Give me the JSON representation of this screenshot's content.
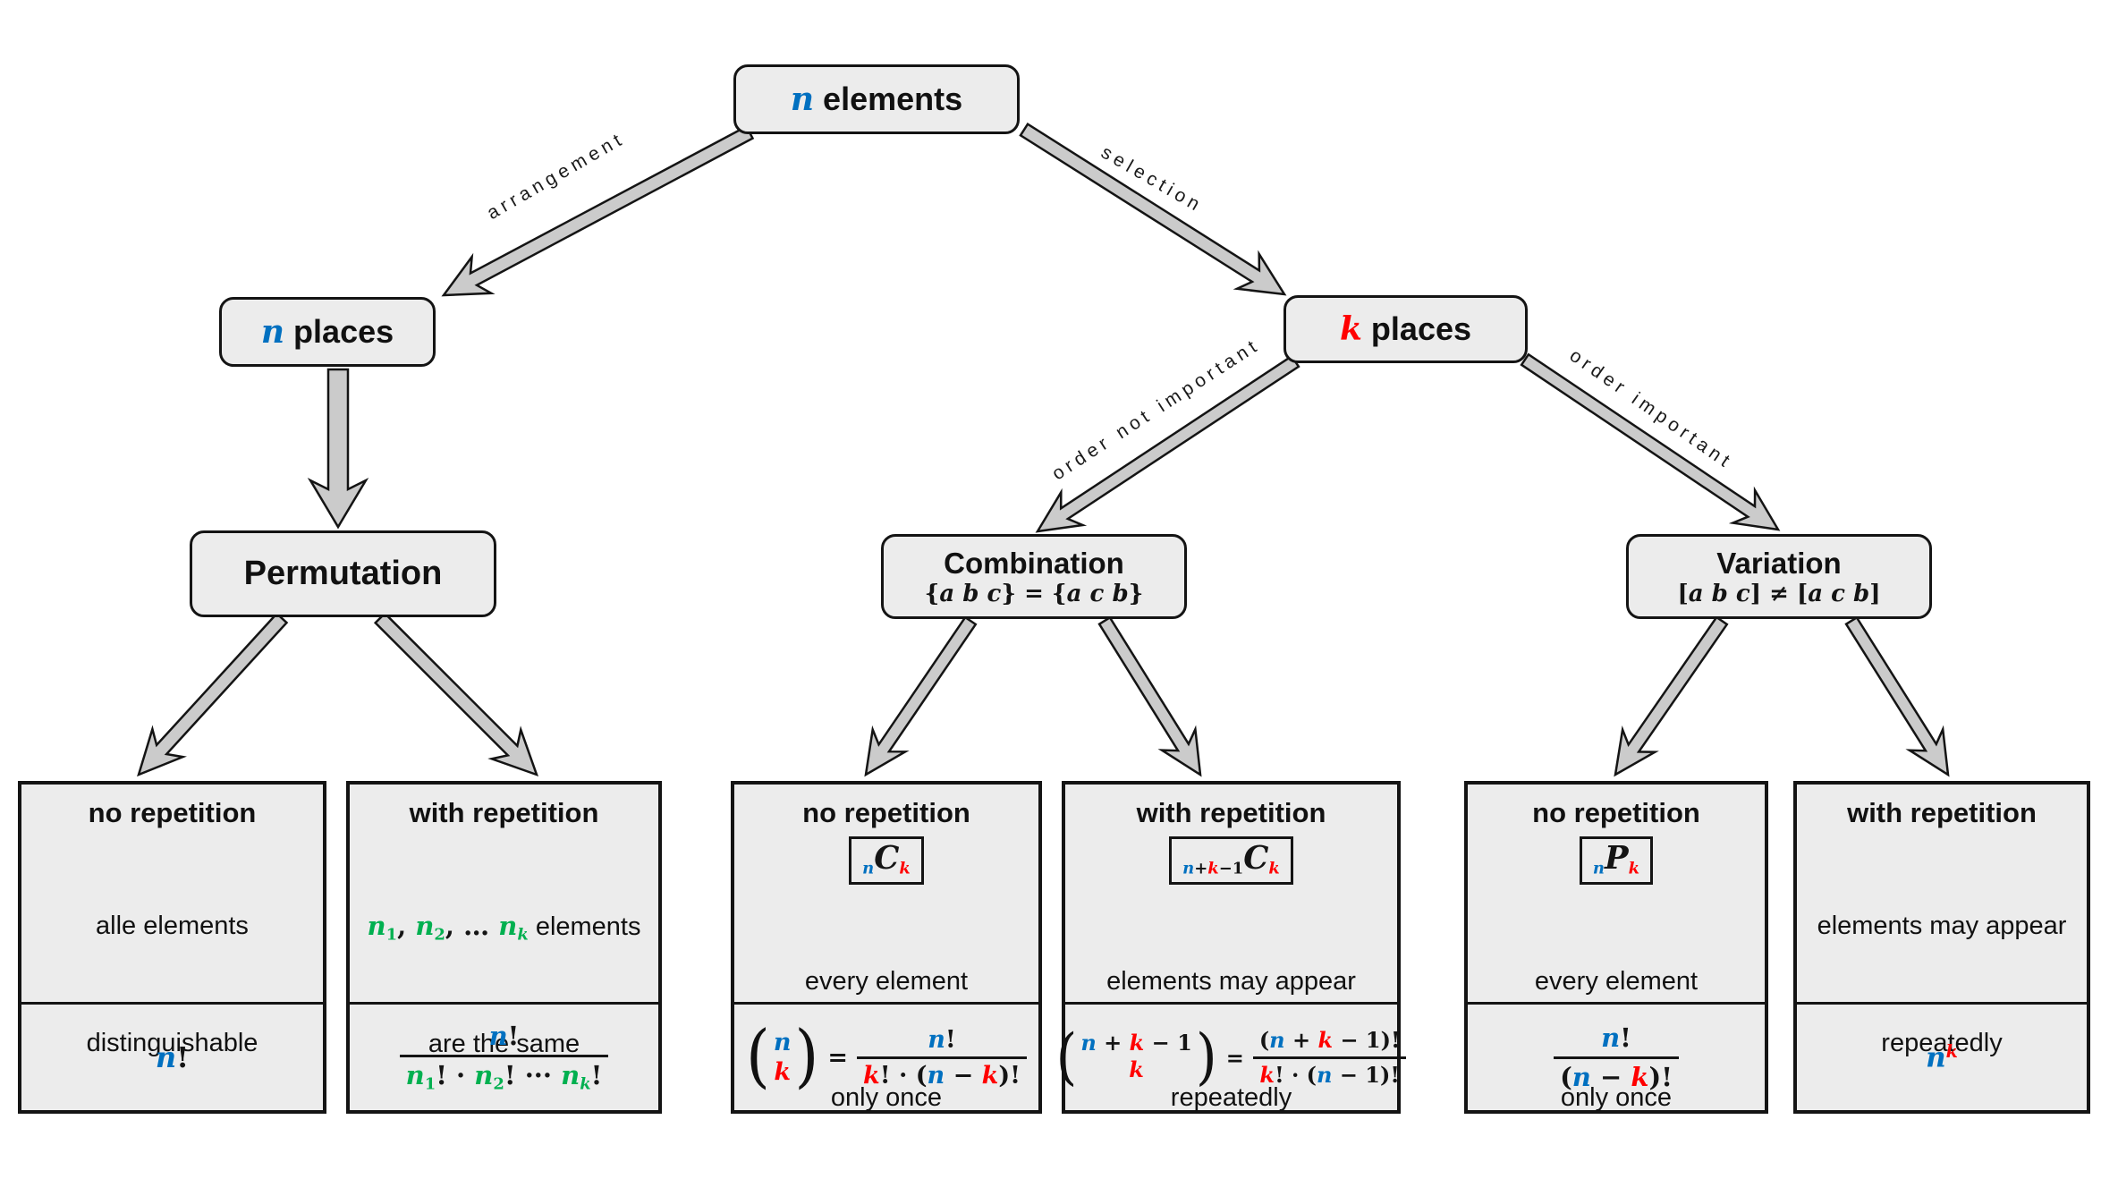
{
  "palette": {
    "blue": "#0070C0",
    "red": "#FF0000",
    "green": "#00B050",
    "line": "#141414",
    "box_fill": "#ECECEC",
    "arrow_fill": "#CBCBCB",
    "background": "#FFFFFF"
  },
  "nodes": {
    "root": [
      [
        "n",
        "v b"
      ],
      [
        " elements",
        "t"
      ]
    ],
    "n_places": [
      [
        "n",
        "v b"
      ],
      [
        " places",
        "t"
      ]
    ],
    "k_places": [
      [
        "k",
        "v r"
      ],
      [
        " places",
        "t"
      ]
    ],
    "permutation_title": "Permutation",
    "combination_title": "Combination",
    "combination_sub": [
      [
        "{",
        "o k"
      ],
      [
        "a b c",
        "v k"
      ],
      [
        "} = {",
        "o k"
      ],
      [
        "a c b",
        "v k"
      ],
      [
        "}",
        "o k"
      ]
    ],
    "variation_title": "Variation",
    "variation_sub": [
      [
        "[",
        "o k"
      ],
      [
        "a b c",
        "v k"
      ],
      [
        "] ≠ [",
        "o k"
      ],
      [
        "a c b",
        "v k"
      ],
      [
        "]",
        "o k"
      ]
    ]
  },
  "edges": {
    "arrangement": "arrangement",
    "selection": "selection",
    "order_not_important": "order not important",
    "order_important": "order important"
  },
  "leaves": [
    {
      "title": "no repetition",
      "notation": null,
      "body": [
        [
          [
            "alle elements",
            "s"
          ]
        ],
        [
          [
            "distinguishable",
            "s"
          ]
        ]
      ],
      "formula": {
        "kind": "plain",
        "segs": [
          [
            "n",
            "v b"
          ],
          [
            "!",
            "o k"
          ]
        ]
      }
    },
    {
      "title": "with repetition",
      "notation": null,
      "body": [
        [
          [
            "n",
            "v g"
          ],
          [
            "1",
            "o g sub"
          ],
          [
            ", ",
            "o k"
          ],
          [
            "n",
            "v g"
          ],
          [
            "2",
            "o g sub"
          ],
          [
            ", … ",
            "o k"
          ],
          [
            "n",
            "v g"
          ],
          [
            "k",
            "v g sub"
          ],
          [
            " elements",
            "s"
          ]
        ],
        [
          [
            "are the same",
            "s"
          ]
        ]
      ],
      "formula": {
        "kind": "frac",
        "num": [
          [
            "n",
            "v b"
          ],
          [
            "!",
            "o k"
          ]
        ],
        "den": [
          [
            "n",
            "v g"
          ],
          [
            "1",
            "o g sub"
          ],
          [
            "! · ",
            "o k"
          ],
          [
            "n",
            "v g"
          ],
          [
            "2",
            "o g sub"
          ],
          [
            "! ··· ",
            "o k"
          ],
          [
            "n",
            "v g"
          ],
          [
            "k",
            "v g sub"
          ],
          [
            "!",
            "o k"
          ]
        ]
      }
    },
    {
      "title": "no repetition",
      "notation": [
        [
          "n",
          "v b sub"
        ],
        [
          "C",
          "v k big"
        ],
        [
          "k",
          "v r sub"
        ]
      ],
      "body": [
        [
          [
            "every element",
            "s"
          ]
        ],
        [
          [
            "only once",
            "s"
          ]
        ]
      ],
      "formula": {
        "kind": "binom-eq",
        "bnum": [
          [
            "n",
            "v b"
          ]
        ],
        "bden": [
          [
            "k",
            "v r"
          ]
        ],
        "num": [
          [
            "n",
            "v b"
          ],
          [
            "!",
            "o k"
          ]
        ],
        "den": [
          [
            "k",
            "v r"
          ],
          [
            "! · (",
            "o k"
          ],
          [
            "n",
            "v b"
          ],
          [
            " − ",
            "o k"
          ],
          [
            "k",
            "v r"
          ],
          [
            ")!",
            "o k"
          ]
        ]
      }
    },
    {
      "title": "with repetition",
      "notation": [
        [
          "n",
          "v b sub"
        ],
        [
          "+",
          "o k sub"
        ],
        [
          "k",
          "v r sub"
        ],
        [
          "−1",
          "o k sub"
        ],
        [
          "C",
          "v k big"
        ],
        [
          "k",
          "v r sub"
        ]
      ],
      "body": [
        [
          [
            "elements may appear",
            "s"
          ]
        ],
        [
          [
            "repeatedly",
            "s"
          ]
        ]
      ],
      "formula": {
        "kind": "binom-eq",
        "bnum": [
          [
            "n",
            "v b"
          ],
          [
            " + ",
            "o k"
          ],
          [
            "k",
            "v r"
          ],
          [
            " − 1",
            "o k"
          ]
        ],
        "bden": [
          [
            "k",
            "v r"
          ]
        ],
        "num": [
          [
            "(",
            "o k"
          ],
          [
            "n",
            "v b"
          ],
          [
            " + ",
            "o k"
          ],
          [
            "k",
            "v r"
          ],
          [
            " − 1",
            "o k"
          ],
          [
            ")!",
            "o k"
          ]
        ],
        "den": [
          [
            "k",
            "v r"
          ],
          [
            "! · (",
            "o k"
          ],
          [
            "n",
            "v b"
          ],
          [
            " − 1",
            "o k"
          ],
          [
            ")!",
            "o k"
          ]
        ]
      }
    },
    {
      "title": "no repetition",
      "notation": [
        [
          "n",
          "v b sub"
        ],
        [
          "P",
          "v k big"
        ],
        [
          "k",
          "v r sub"
        ]
      ],
      "body": [
        [
          [
            "every element",
            "s"
          ]
        ],
        [
          [
            "only once",
            "s"
          ]
        ]
      ],
      "formula": {
        "kind": "frac",
        "num": [
          [
            "n",
            "v b"
          ],
          [
            "!",
            "o k"
          ]
        ],
        "den": [
          [
            "(",
            "o k"
          ],
          [
            "n",
            "v b"
          ],
          [
            " − ",
            "o k"
          ],
          [
            "k",
            "v r"
          ],
          [
            ")!",
            "o k"
          ]
        ]
      }
    },
    {
      "title": "with repetition",
      "notation": null,
      "body": [
        [
          [
            "elements may appear",
            "s"
          ]
        ],
        [
          [
            "repeatedly",
            "s"
          ]
        ]
      ],
      "formula": {
        "kind": "plain",
        "segs": [
          [
            "n",
            "v b"
          ],
          [
            "k",
            "v r sup"
          ]
        ]
      }
    }
  ]
}
